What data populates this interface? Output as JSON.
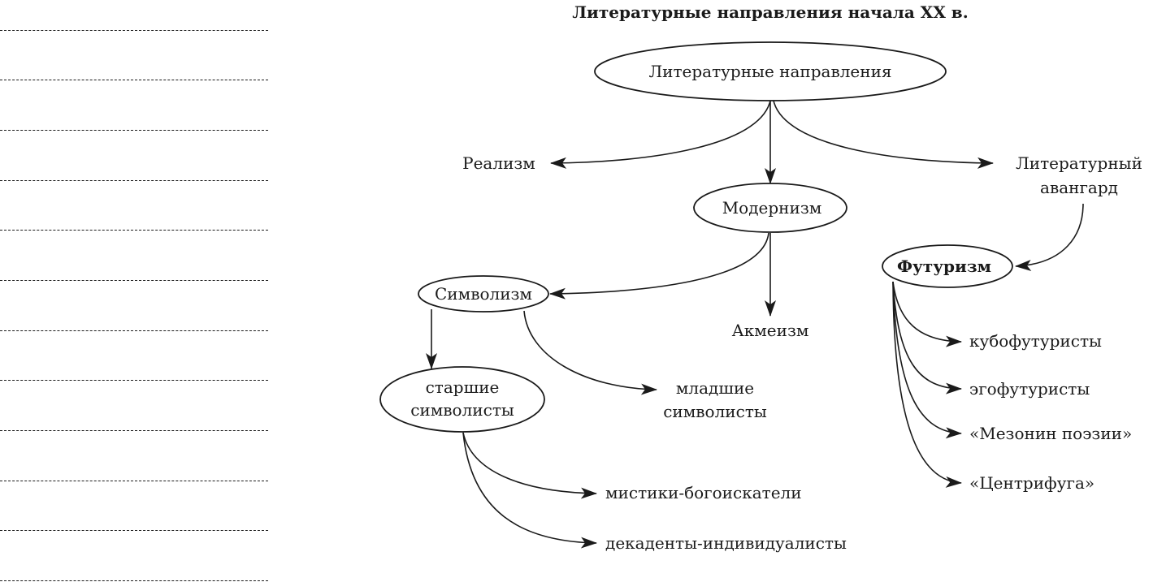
{
  "title": "Литературные направления начала XX в.",
  "nodes": {
    "root": "Литературные направления",
    "realism": "Реализм",
    "modernism": "Модернизм",
    "avantgarde_line1": "Литературный",
    "avantgarde_line2": "авангард",
    "futurism": "Футуризм",
    "symbolism": "Символизм",
    "acmeism": "Акмеизм",
    "senior_line1": "старшие",
    "senior_line2": "символисты",
    "junior_line1": "младшие",
    "junior_line2": "символисты",
    "mystics": "мистики-богоискатели",
    "decadents": "декаденты-индивидуалисты",
    "cubofuturists": "кубофутуристы",
    "egofuturists": "эгофутуристы",
    "mezzanine": "«Мезонин поэзии»",
    "centrifuge": "«Центрифуга»"
  },
  "answer_lines_count": 12,
  "colors": {
    "ink": "#1a1a1a",
    "background": "#ffffff"
  }
}
